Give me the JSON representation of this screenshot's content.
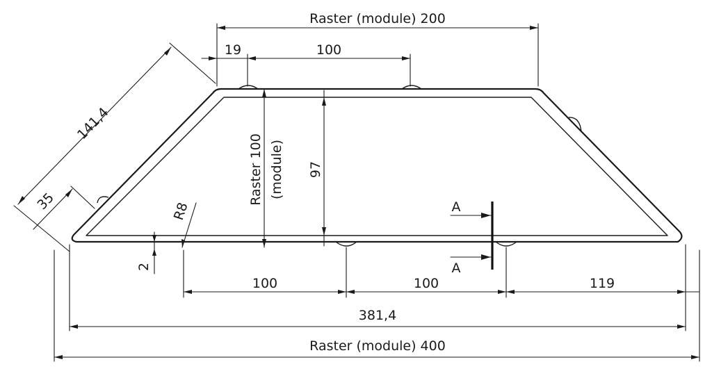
{
  "drawing": {
    "raster_top": "Raster (module) 200",
    "raster_bottom": "Raster (module) 400",
    "raster_height_line1": "Raster 100",
    "raster_height_line2": "(module)",
    "height_inner": "97",
    "top_offset": "19",
    "top_spacing": "100",
    "slant_length": "141,4",
    "slant_offset": "35",
    "radius": "R8",
    "thickness": "2",
    "bottom_span_1": "100",
    "bottom_span_2": "100",
    "bottom_span_3": "119",
    "bottom_total": "381,4",
    "section_mark_top": "A",
    "section_mark_bottom": "A"
  }
}
